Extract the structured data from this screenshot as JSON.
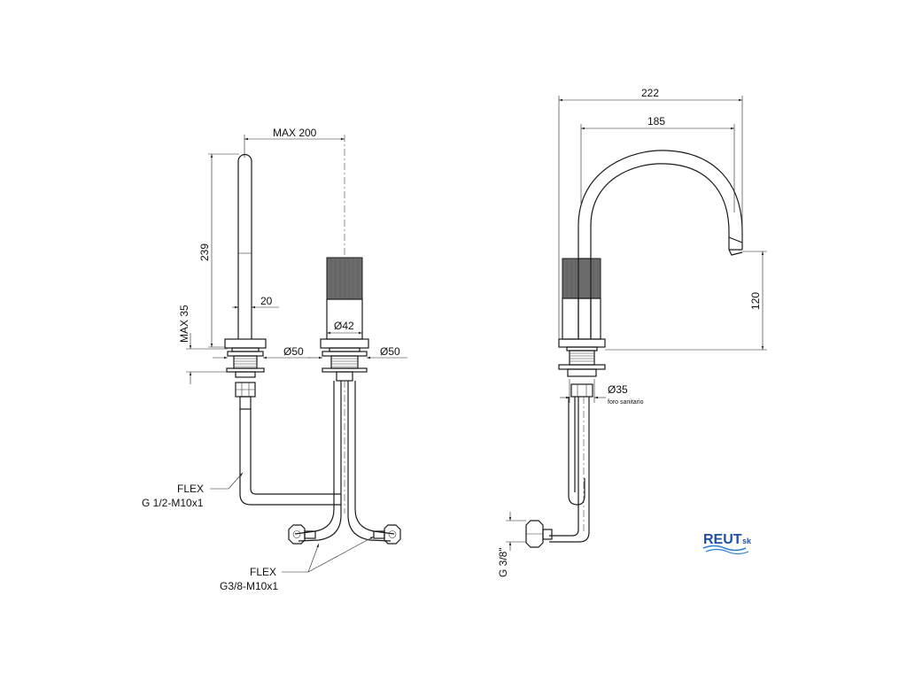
{
  "dimensions": {
    "max200": "MAX 200",
    "h239": "239",
    "w20": "20",
    "max35": "MAX 35",
    "d42": "Ø42",
    "d50_left": "Ø50",
    "d50_right": "Ø50",
    "w222": "222",
    "w185": "185",
    "h120": "120",
    "d35": "Ø35",
    "g38": "G 3/8\""
  },
  "labels": {
    "flex1_title": "FLEX",
    "flex1_spec": "G 1/2-M10x1",
    "flex2_title": "FLEX",
    "flex2_spec": "G3/8-M10x1",
    "foro": "foro sanitario"
  },
  "logo": {
    "main": "REUT",
    "suffix": "sk",
    "color": "#1f4fa8",
    "wave_color": "#2c7fd1"
  }
}
